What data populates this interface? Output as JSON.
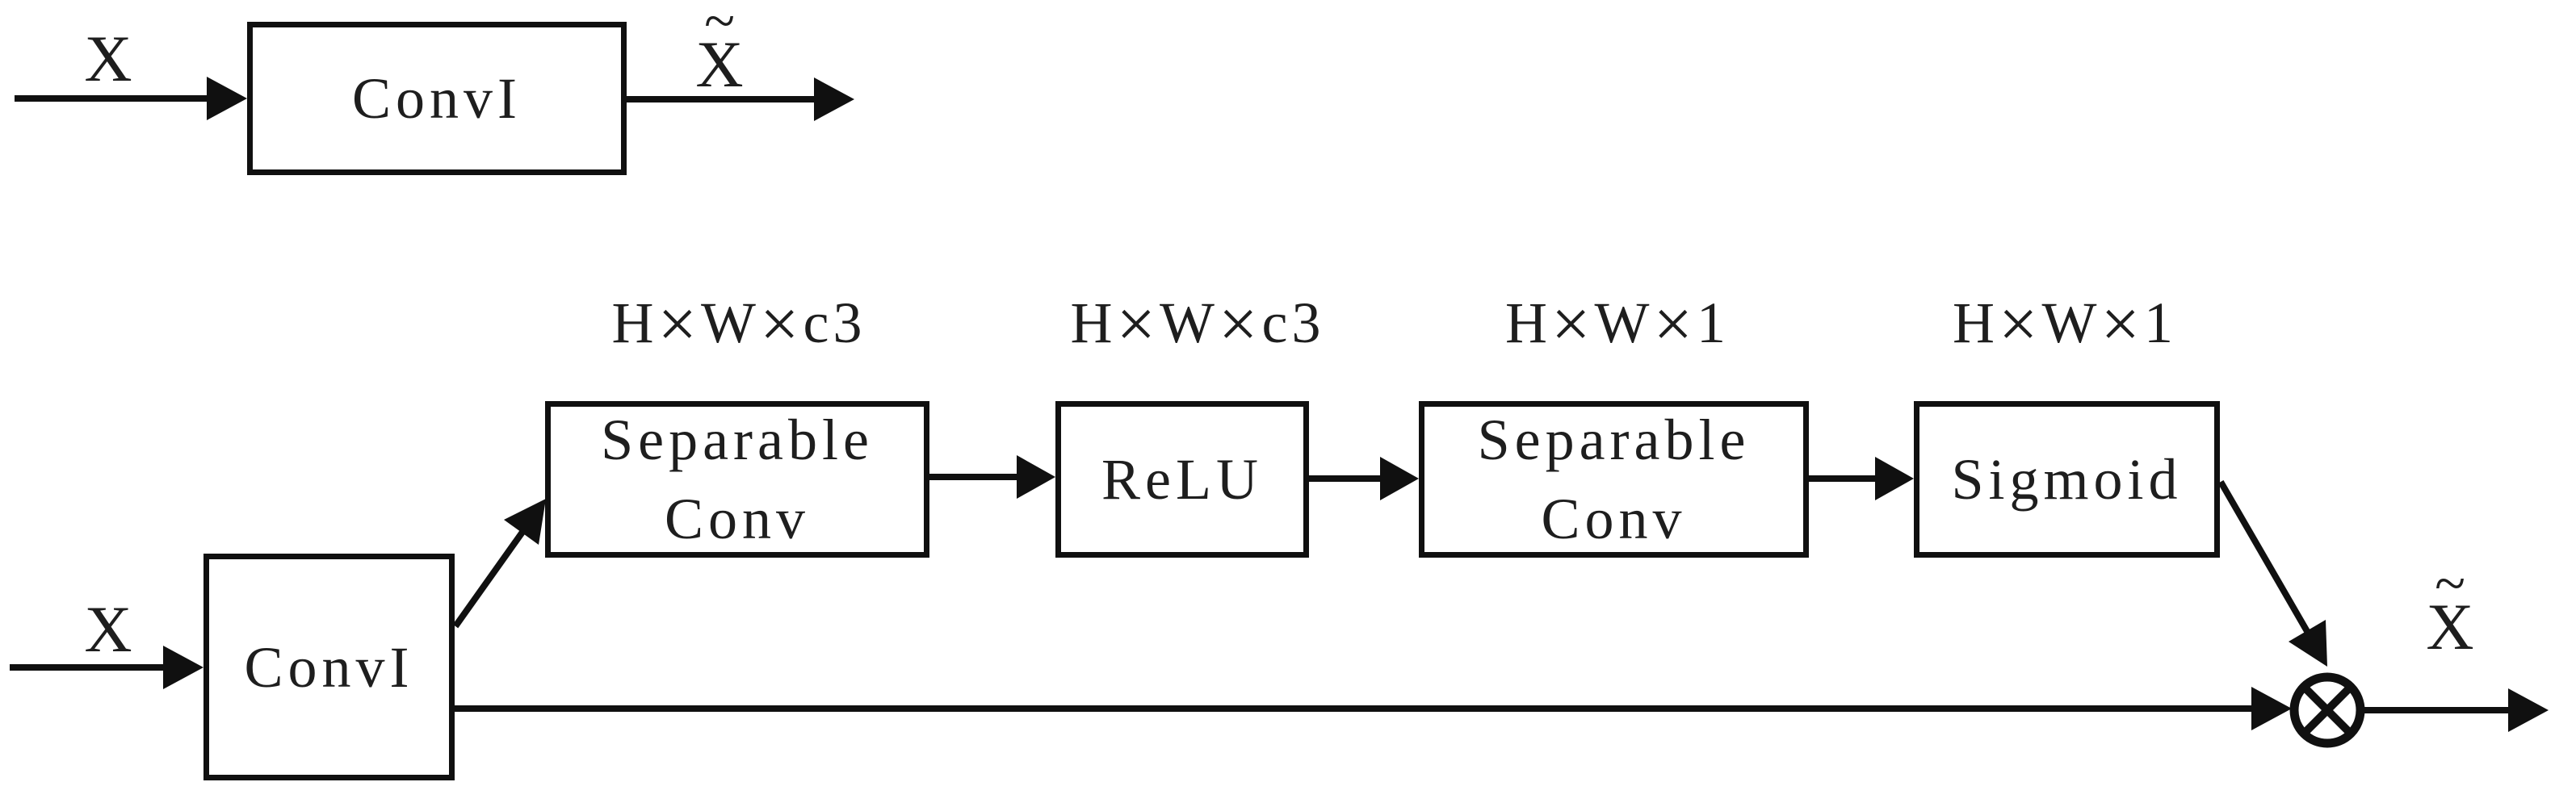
{
  "figure": {
    "description_colors": {
      "ink": "#101010",
      "text": "#1e1e1e",
      "background": "#ffffff"
    },
    "icons": {
      "multiply_node": "circled-times"
    },
    "top": {
      "input_label": "X",
      "block_label": "ConvI",
      "output_tilde": "~",
      "output_label": "X"
    },
    "bottom": {
      "input_label": "X",
      "conv_block_label": "ConvI",
      "blocks": [
        {
          "line1": "Separable",
          "line2": "Conv"
        },
        {
          "line1": "ReLU"
        },
        {
          "line1": "Separable",
          "line2": "Conv"
        },
        {
          "line1": "Sigmoid"
        }
      ],
      "dim_labels": [
        {
          "h": "H",
          "times1": "×",
          "w": "W",
          "times2": "×",
          "ch": "c3"
        },
        {
          "h": "H",
          "times1": "×",
          "w": "W",
          "times2": "×",
          "ch": "c3"
        },
        {
          "h": "H",
          "times1": "×",
          "w": "W",
          "times2": "×",
          "ch": "1"
        },
        {
          "h": "H",
          "times1": "×",
          "w": "W",
          "times2": "×",
          "ch": "1"
        }
      ],
      "output_tilde": "~",
      "output_label": "X"
    }
  }
}
